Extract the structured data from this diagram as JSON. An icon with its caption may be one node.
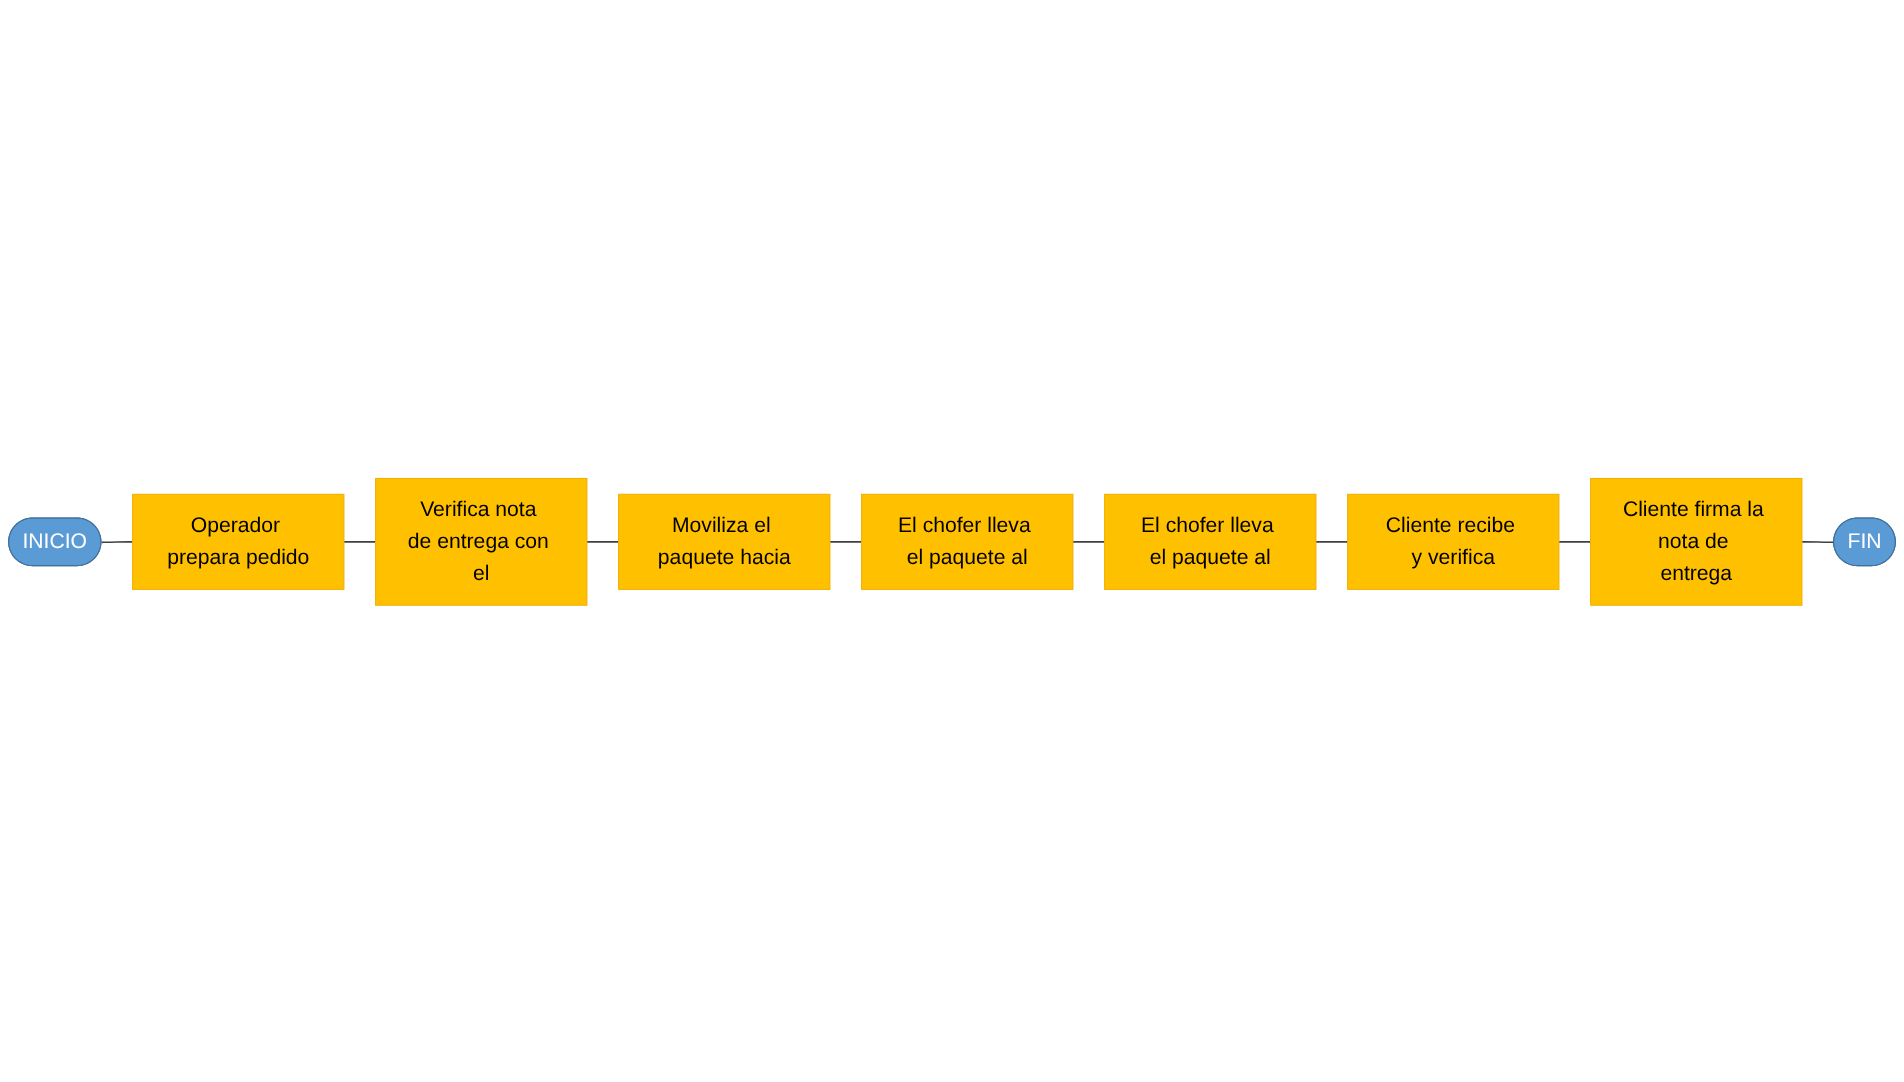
{
  "diagram": {
    "nodes": [
      {
        "text": [
          "INICIO"
        ]
      },
      {
        "text": [
          "Operador prepara pedido"
        ]
      },
      {
        "text": [
          "Verifica nota de entrega con el"
        ]
      },
      {
        "text": [
          "Moviliza el paquete hacia"
        ]
      },
      {
        "text": [
          "El chofer lleva el paquete al"
        ]
      },
      {
        "text": [
          "El chofer lleva el paquete al"
        ]
      },
      {
        "text": [
          "Cliente recibe y verifica"
        ]
      },
      {
        "text": [
          "Cliente firma la nota de entrega"
        ]
      },
      {
        "text": [
          "FIN"
        ]
      }
    ],
    "edges": [
      {
        "from": 0,
        "to": 1,
        "arrow": "none"
      },
      {
        "from": 1,
        "to": 2,
        "arrow": "none"
      },
      {
        "from": 2,
        "to": 3,
        "arrow": "none"
      },
      {
        "from": 3,
        "to": 4,
        "arrow": "none"
      },
      {
        "from": 4,
        "to": 5,
        "arrow": "none"
      },
      {
        "from": 5,
        "to": 6,
        "arrow": "none"
      },
      {
        "from": 6,
        "to": 7,
        "arrow": "none"
      },
      {
        "from": 7,
        "to": 8,
        "arrow": "none"
      }
    ]
  }
}
